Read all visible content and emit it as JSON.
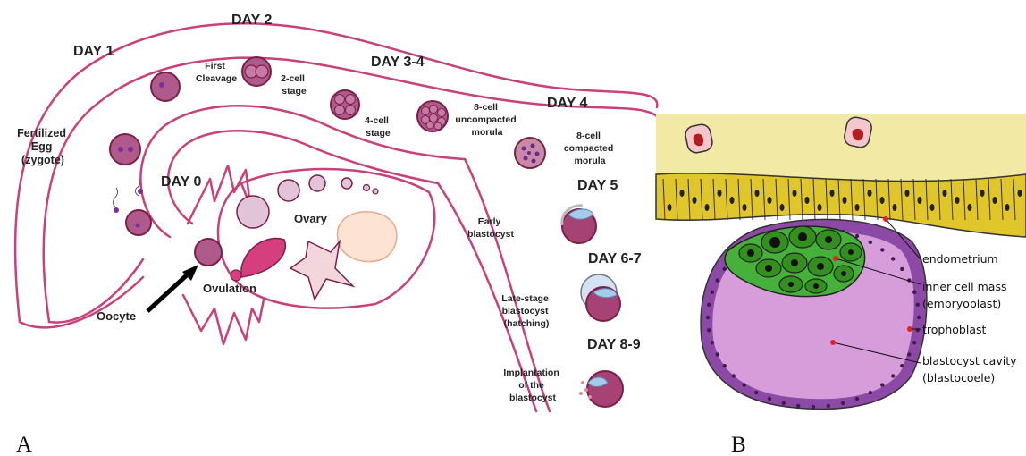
{
  "panel_a": {
    "label": "A",
    "days": {
      "d0": "DAY 0",
      "d1": "DAY 1",
      "d2": "DAY 2",
      "d34": "DAY 3-4",
      "d4": "DAY 4",
      "d5": "DAY 5",
      "d67": "DAY 6-7",
      "d89": "DAY 8-9"
    },
    "stages": {
      "fertilized": [
        "Fertilized",
        "Egg",
        "(zygote)"
      ],
      "first_cleavage": [
        "First",
        "Cleavage"
      ],
      "two_cell": [
        "2-cell",
        "stage"
      ],
      "four_cell": [
        "4-cell",
        "stage"
      ],
      "eight_uncompacted": [
        "8-cell",
        "uncompacted",
        "morula"
      ],
      "eight_compacted": [
        "8-cell",
        "compacted",
        "morula"
      ],
      "early_blastocyst": [
        "Early",
        "blastocyst"
      ],
      "late_blastocyst": [
        "Late-stage",
        "blastocyst",
        "(hatching)"
      ],
      "implantation": [
        "Implantation",
        "of the",
        "blastocyst"
      ],
      "ovary": "Ovary",
      "ovulation": "Ovulation",
      "oocyte": "Oocyte"
    }
  },
  "panel_b": {
    "label": "B",
    "labels": {
      "endometrium": "endometrium",
      "icm": [
        "inner cell mass",
        "(embryoblast)"
      ],
      "trophoblast": "trophoblast",
      "cavity": [
        "blastocyst cavity",
        "(blastocoele)"
      ]
    }
  },
  "colors": {
    "tube": "#c8417a",
    "cell_fill": "#b05a8c",
    "icm_green": "#45b03a",
    "cavity_lilac": "#d79ddb",
    "endometrium_yellow": "#e0c62a",
    "tissue_cream": "#f1e9a4",
    "trophoblast_purple": "#8c4aa6"
  }
}
